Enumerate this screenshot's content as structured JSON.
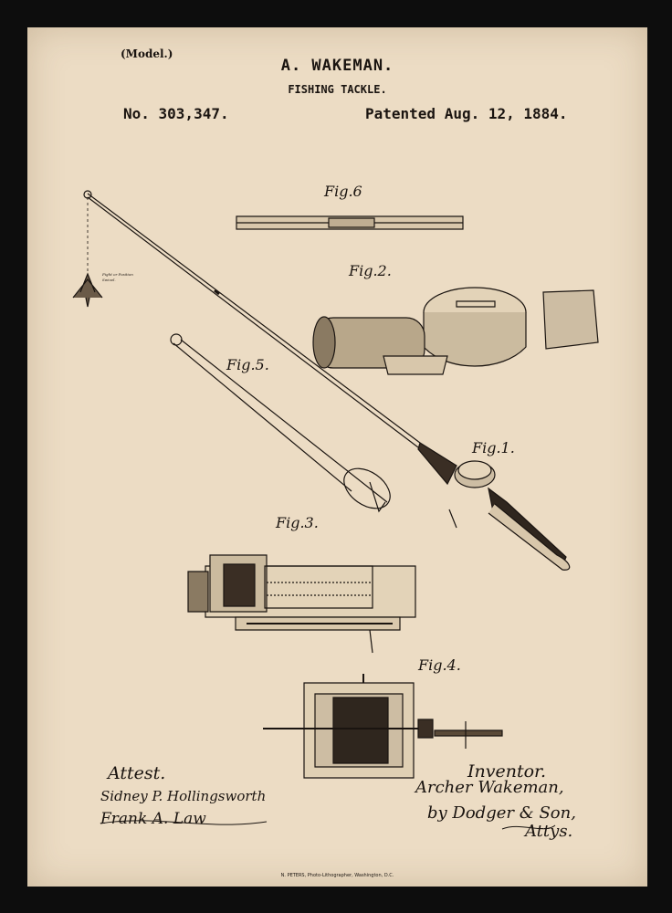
{
  "header": {
    "model": "(Model.)",
    "title": "A. WAKEMAN.",
    "subtitle": "FISHING TACKLE.",
    "number": "No. 303,347.",
    "date": "Patented Aug. 12, 1884."
  },
  "figures": {
    "fig1": "Fig.1.",
    "fig2": "Fig.2.",
    "fig3": "Fig.3.",
    "fig4": "Fig.4.",
    "fig5": "Fig.5.",
    "fig6": "Fig.6"
  },
  "fly_note": "Fight or Position Swivel.",
  "footer": {
    "attest": "Attest.",
    "inventor": "Inventor.",
    "witness1": "Sidney P. Hollingsworth",
    "witness2": "Frank A. Law",
    "inventor_sig": "Archer Wakeman,",
    "attorney": "by Dodger & Son,",
    "atty": "Attys.",
    "printer": "N. PETERS, Photo-Lithographer, Washington, D.C."
  },
  "colors": {
    "paper": "#ecdcc4",
    "ink": "#1a1410",
    "frame": "#0d0d0d"
  }
}
